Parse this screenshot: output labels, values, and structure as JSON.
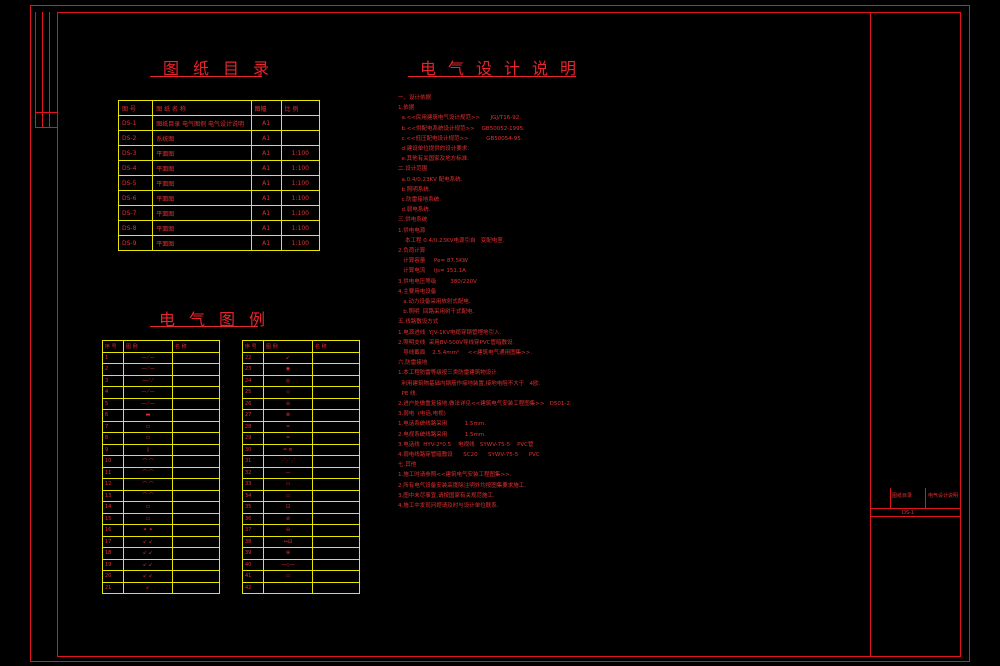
{
  "catalog": {
    "title": "图纸目录",
    "headers": [
      "图 号",
      "图 纸 名 称",
      "图幅",
      "比 例"
    ],
    "rows": [
      {
        "no": "DS-1",
        "name": "图纸目录 电气图例 电气设计说明",
        "size": "A1",
        "scale": ""
      },
      {
        "no": "DS-2",
        "name": "系统图",
        "size": "A1",
        "scale": ""
      },
      {
        "no": "DS-3",
        "name": "平面图",
        "size": "A1",
        "scale": "1:100"
      },
      {
        "no": "DS-4",
        "name": "平面图",
        "size": "A1",
        "scale": "1:100"
      },
      {
        "no": "DS-5",
        "name": "平面图",
        "size": "A1",
        "scale": "1:100"
      },
      {
        "no": "DS-6",
        "name": "平面图",
        "size": "A1",
        "scale": "1:100"
      },
      {
        "no": "DS-7",
        "name": "平面图",
        "size": "A1",
        "scale": "1:100"
      },
      {
        "no": "DS-8",
        "name": "平面图",
        "size": "A1",
        "scale": "1:100"
      },
      {
        "no": "DS-9",
        "name": "平面图",
        "size": "A1",
        "scale": "1:100"
      }
    ]
  },
  "legend": {
    "title": "电气图例",
    "headers": [
      "序 号",
      "图 例",
      "名 称"
    ],
    "left_rows": [
      "1",
      "2",
      "3",
      "4",
      "5",
      "6",
      "7",
      "8",
      "9",
      "10",
      "11",
      "12",
      "13",
      "14",
      "15",
      "16",
      "17",
      "18",
      "19",
      "20",
      "21"
    ],
    "right_rows": [
      "22",
      "23",
      "24",
      "25",
      "26",
      "27",
      "28",
      "29",
      "30",
      "31",
      "32",
      "33",
      "34",
      "35",
      "36",
      "37",
      "38",
      "39",
      "40",
      "41",
      "42"
    ]
  },
  "notes": {
    "title": "电气设计说明",
    "lines": [
      "一、设计依据",
      "1.依据",
      "  a.<<民用建筑电气设计规范>>      JGJ/T16-92.",
      "  b.<<供配电系统设计规范>>    GB50052-1995.",
      "  c.<<低压配电设计规范>>          GB50054-95.",
      "  d.建设单位提供的设计要求.",
      "  e.其他有关国家及地方标准.",
      "二.设计范围",
      "  a.0.4/0.23KV 配电系统.",
      "  b.照明系统.",
      "  c.防雷接地系统.",
      "  d.弱电系统.",
      "三.供电系统",
      "1.供电电源",
      "    本工程 0.4/0.23KV电源引自   变配电室.",
      "2.负荷计算",
      "   计算容量     Pe= 87.5KW",
      "   计算电流     Ijs= 151.1A",
      "3.供电电压等级        380/220V",
      "4.主要用电设备",
      "   a.动力设备采用放射式配电.",
      "   b.照明  回路采用树干式配电.",
      "五.线路敷设方式",
      "1.电源进线  YJV-1KV电缆穿钢管埋地引入.",
      "2.照明支线  采用BV-500V导线穿PVC管暗敷设.",
      "   导线截面    2.5,4mm²     <<建筑电气通用图集>>.",
      "六.防雷接地",
      "1.本工程防雷等级按三类防雷建筑物设计.",
      "  利用建筑物基础内钢筋作接地装置,接地电阻不大于   4欧.",
      "  PE 线.",
      "2.进户处做重复接地,做法详见<<建筑电气安装工程图集>>   D501-2.",
      "3.弱电  (电话,电视)",
      "1.电话系统线路采用          1.5mm.",
      "2.电视系统线路采用          1.5mm.",
      "3.电话线  HYV-2*0.5    电视线   SYWV-75-5    PVC管",
      "4.弱电线路穿管暗敷设      SC20      SYWV-75-5      PVC",
      "七.其他",
      "1.施工时请参照<<建筑电气安装工程图集>>.",
      "2.所有电气设备安装高度除注明外均按图集要求施工.",
      "3.图中未尽事宜,请按国家有关规范施工.",
      "4.施工中发现问题请及时与设计单位联系."
    ]
  },
  "title_block": {
    "project_label": "图纸目录",
    "sheet_label": "电气设计说明",
    "sheet_no": "DS-1"
  },
  "colors": {
    "frame": "#e0141e",
    "table_border": "#e6e600",
    "text": "#e23030",
    "symbol": "#19e04a"
  }
}
